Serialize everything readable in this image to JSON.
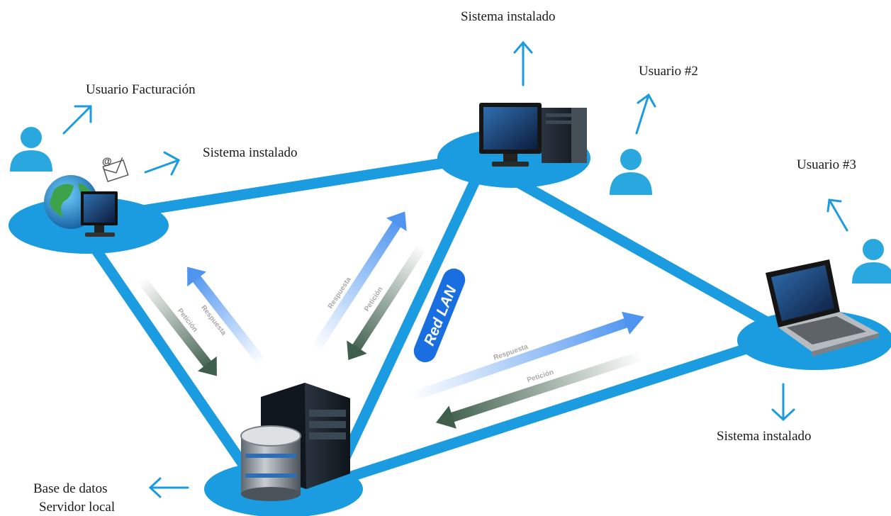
{
  "labels": {
    "usuario_facturacion": "Usuario Facturación",
    "sistema_instalado_left": "Sistema instalado",
    "sistema_instalado_top": "Sistema instalado",
    "usuario_2": "Usuario #2",
    "usuario_3": "Usuario #3",
    "sistema_instalado_right": "Sistema instalado",
    "base_de_datos": "Base de datos",
    "servidor_local": "Servidor local"
  },
  "network_label": "Red LAN",
  "flows": {
    "left": {
      "respuesta": "Respuesta",
      "peticion": "Petición"
    },
    "middle": {
      "respuesta": "Respuesta",
      "peticion": "Petición"
    },
    "right": {
      "respuesta": "Respuesta",
      "peticion": "Petición"
    }
  },
  "colors": {
    "network_blue": "#1b9be0",
    "user_icon": "#29a8e0",
    "response_arrow": "#4f95f0",
    "request_arrow": "#3f5f4c"
  },
  "icons": [
    "user-icon",
    "arrow-icon",
    "globe-icon",
    "monitor-icon",
    "desktop-pc-icon",
    "laptop-icon",
    "server-icon",
    "database-icon",
    "email-icon"
  ]
}
